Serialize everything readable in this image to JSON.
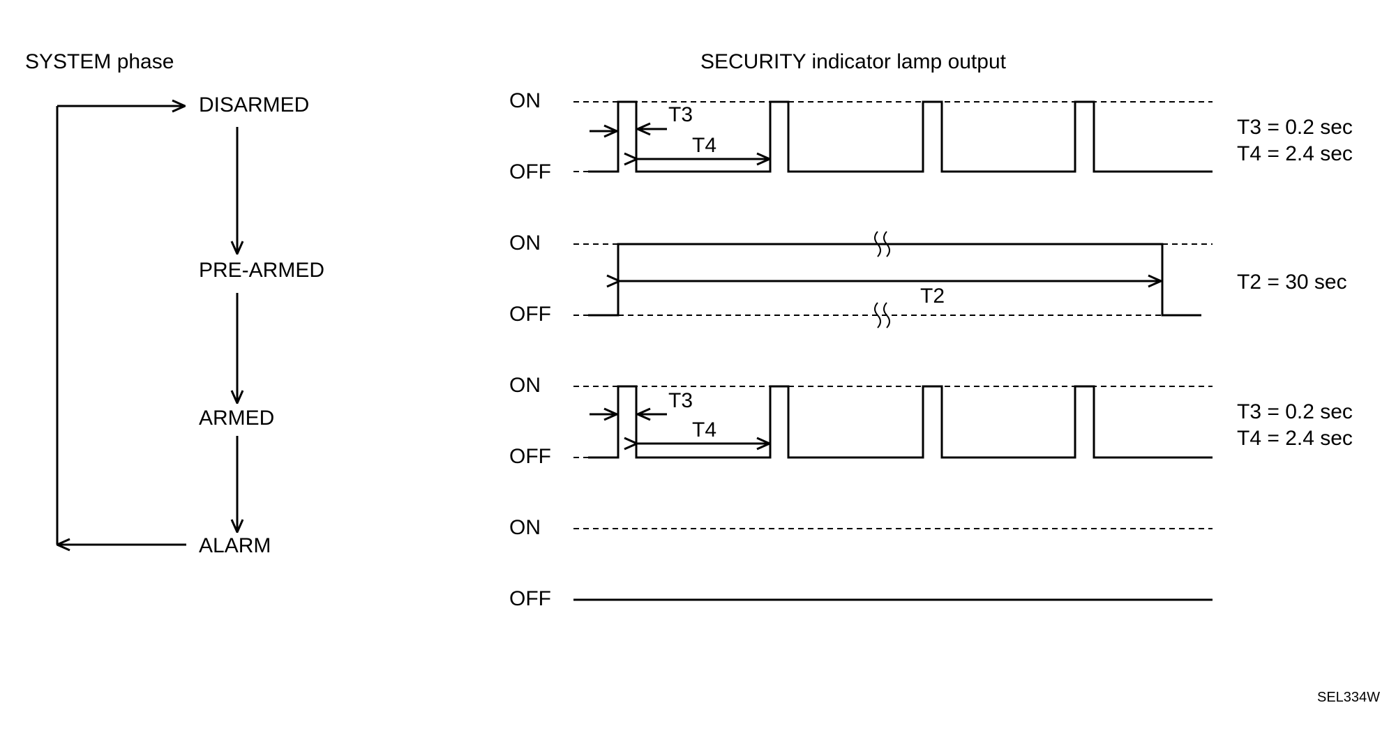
{
  "header": {
    "system_title": "SYSTEM phase",
    "output_title": "SECURITY indicator lamp output"
  },
  "phases": [
    "DISARMED",
    "PRE-ARMED",
    "ARMED",
    "ALARM"
  ],
  "level_labels": {
    "on": "ON",
    "off": "OFF"
  },
  "rows": [
    {
      "phase": "DISARMED",
      "arrow_labels": [
        "T3",
        "T4"
      ],
      "timings": [
        "T3 = 0.2 sec",
        "T4 = 2.4 sec"
      ]
    },
    {
      "phase": "PRE-ARMED",
      "arrow_labels": [
        "T2"
      ],
      "timings": [
        "T2 = 30 sec"
      ]
    },
    {
      "phase": "ARMED",
      "arrow_labels": [
        "T3",
        "T4"
      ],
      "timings": [
        "T3 = 0.2 sec",
        "T4 = 2.4 sec"
      ]
    },
    {
      "phase": "ALARM",
      "arrow_labels": [],
      "timings": []
    }
  ],
  "figure_code": "SEL334W",
  "colors": {
    "ink": "#000000",
    "background": "#ffffff"
  }
}
